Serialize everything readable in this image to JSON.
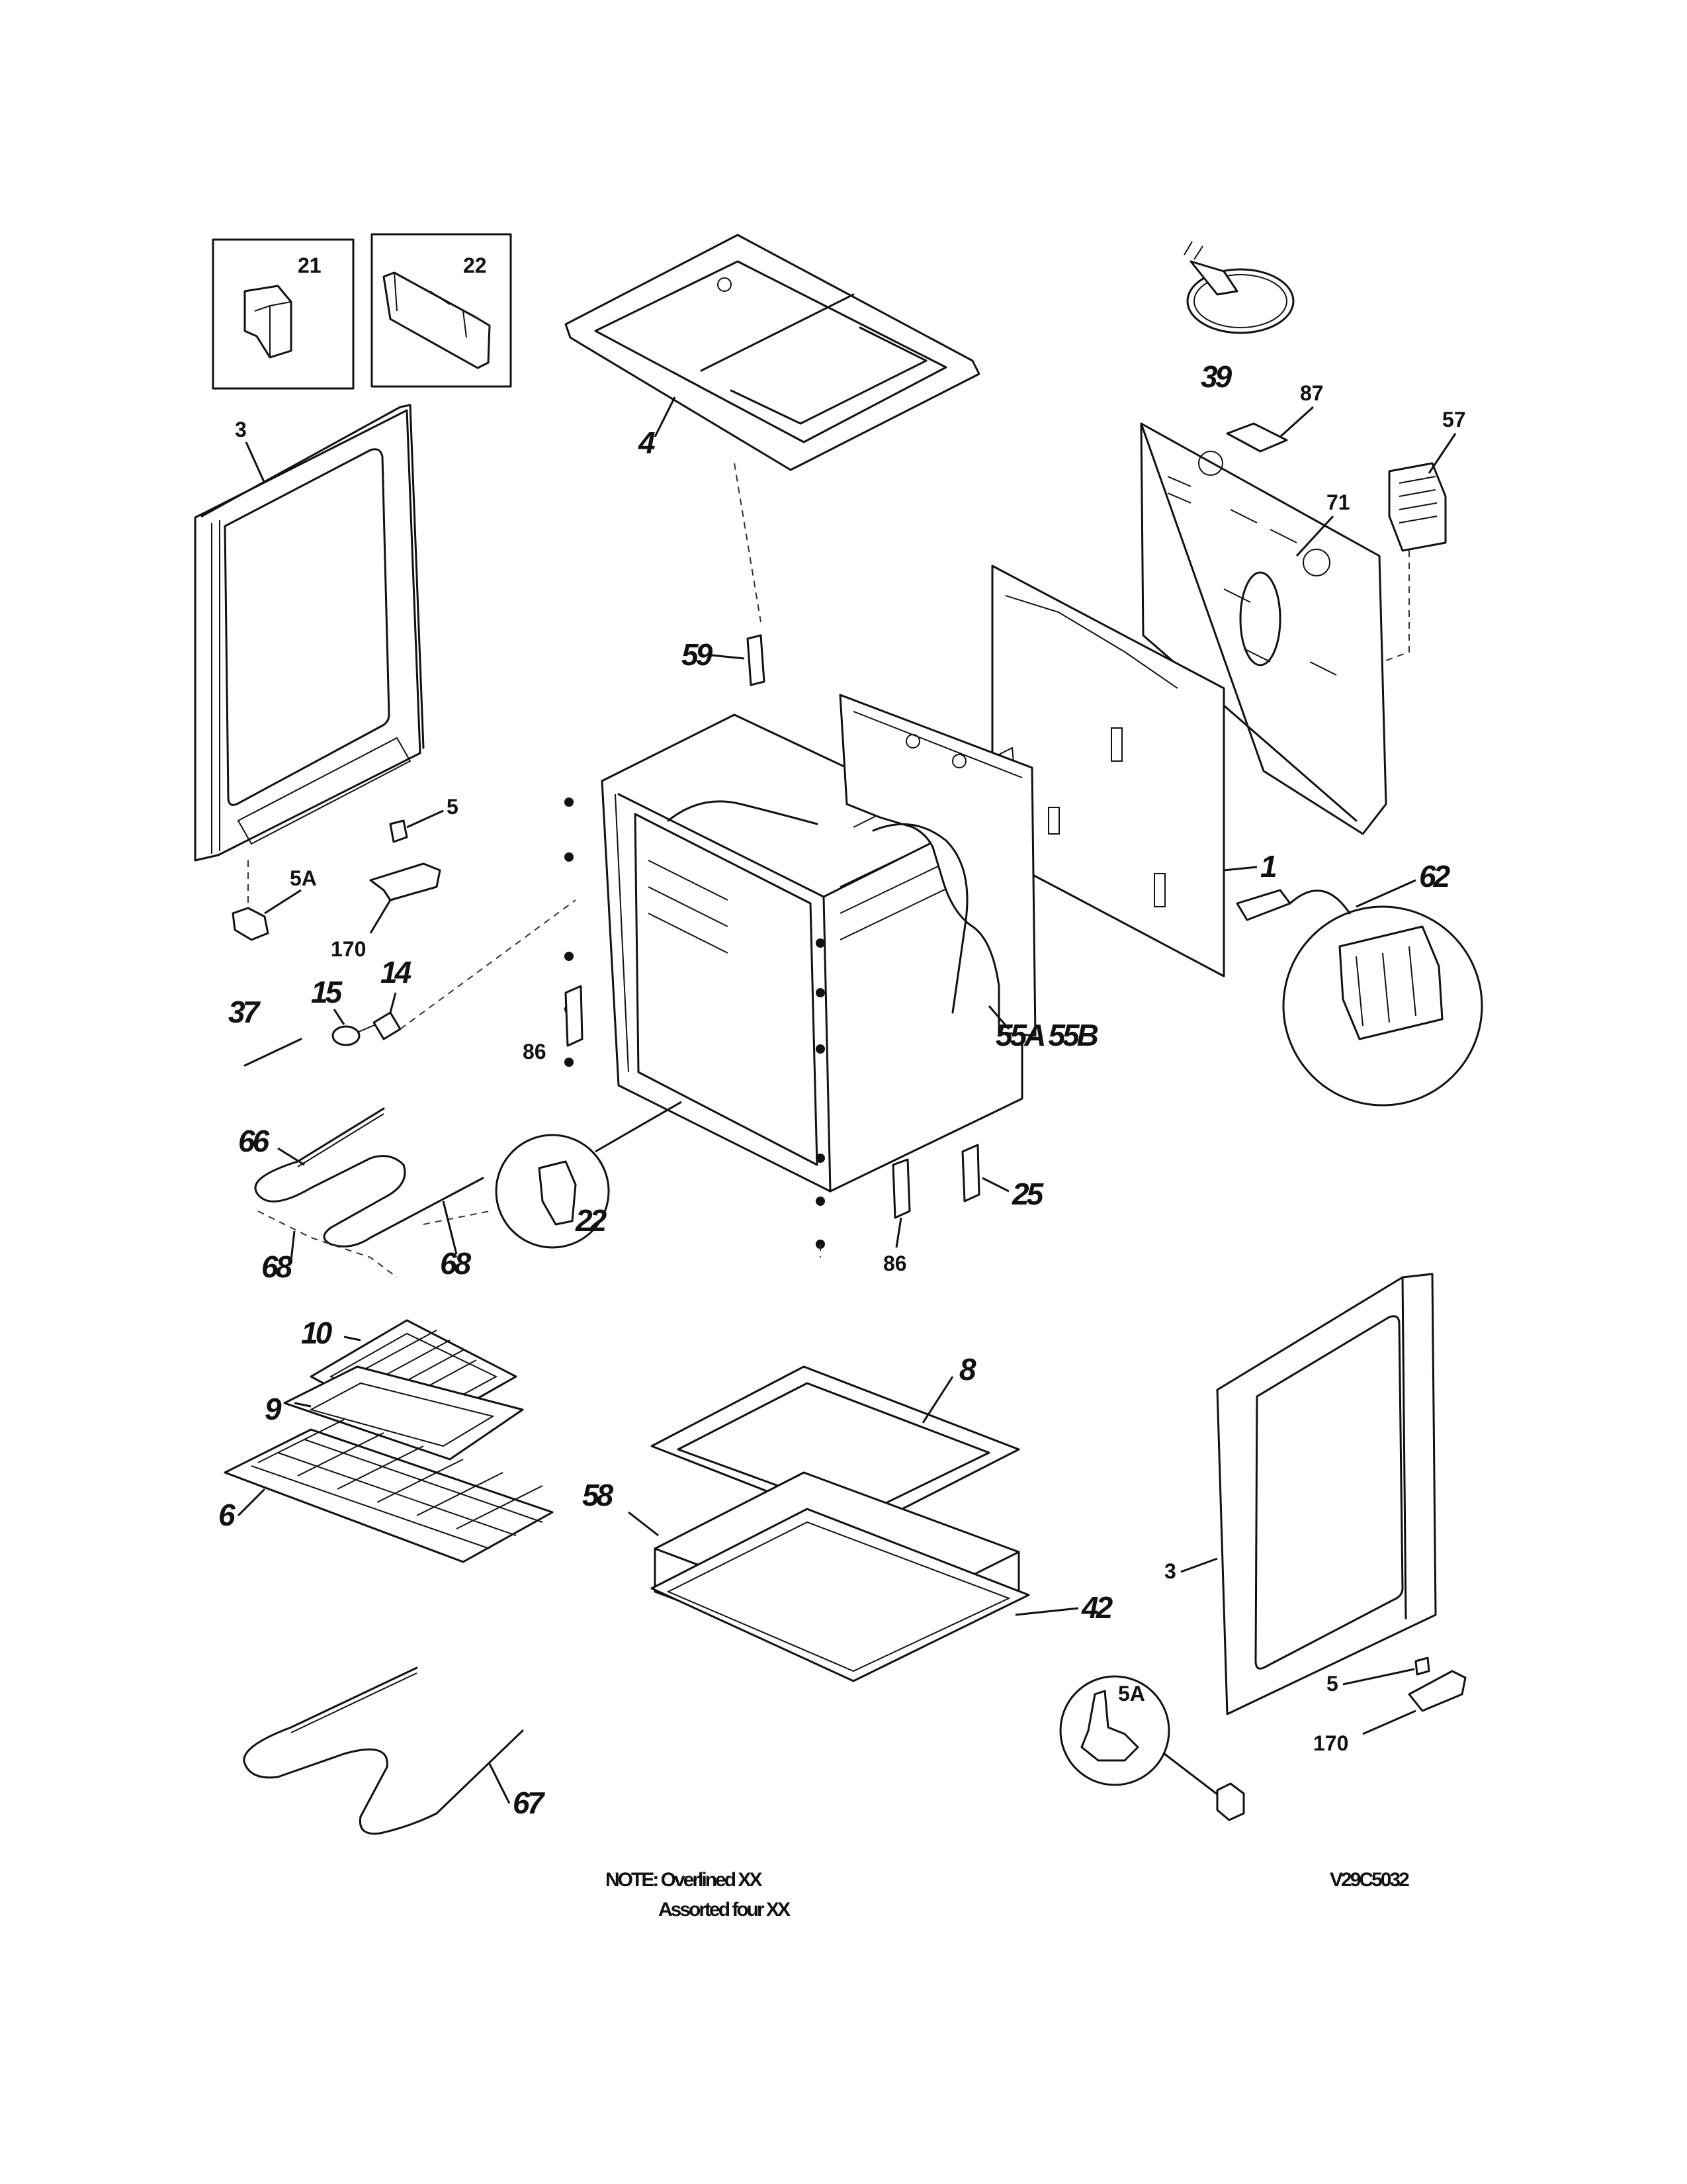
{
  "diagram": {
    "callouts": {
      "c21": "21",
      "c22": "22",
      "c3_top": "3",
      "c4": "4",
      "c39": "39",
      "c87": "87",
      "c57": "57",
      "c71": "71",
      "c59": "59",
      "c5_top": "5",
      "c5a_top": "5A",
      "c170_top": "170",
      "c1": "1",
      "c62": "62",
      "c15": "15",
      "c14": "14",
      "c37": "37",
      "c86_left": "86",
      "c55a55b": "55A 55B",
      "c66": "66",
      "c22b": "22",
      "c25": "25",
      "c86_bottom": "86",
      "c68_left": "68",
      "c68_right": "68",
      "c10": "10",
      "c8": "8",
      "c9": "9",
      "c58": "58",
      "c6": "6",
      "c3_right": "3",
      "c42": "42",
      "c5a_bottom": "5A",
      "c5_bottom": "5",
      "c170_bottom": "170",
      "c67": "67"
    },
    "notes": {
      "note_line1": "NOTE: Overlined XX",
      "note_line2": "Assorted four XX",
      "drawing_id": "V29C5032"
    }
  }
}
